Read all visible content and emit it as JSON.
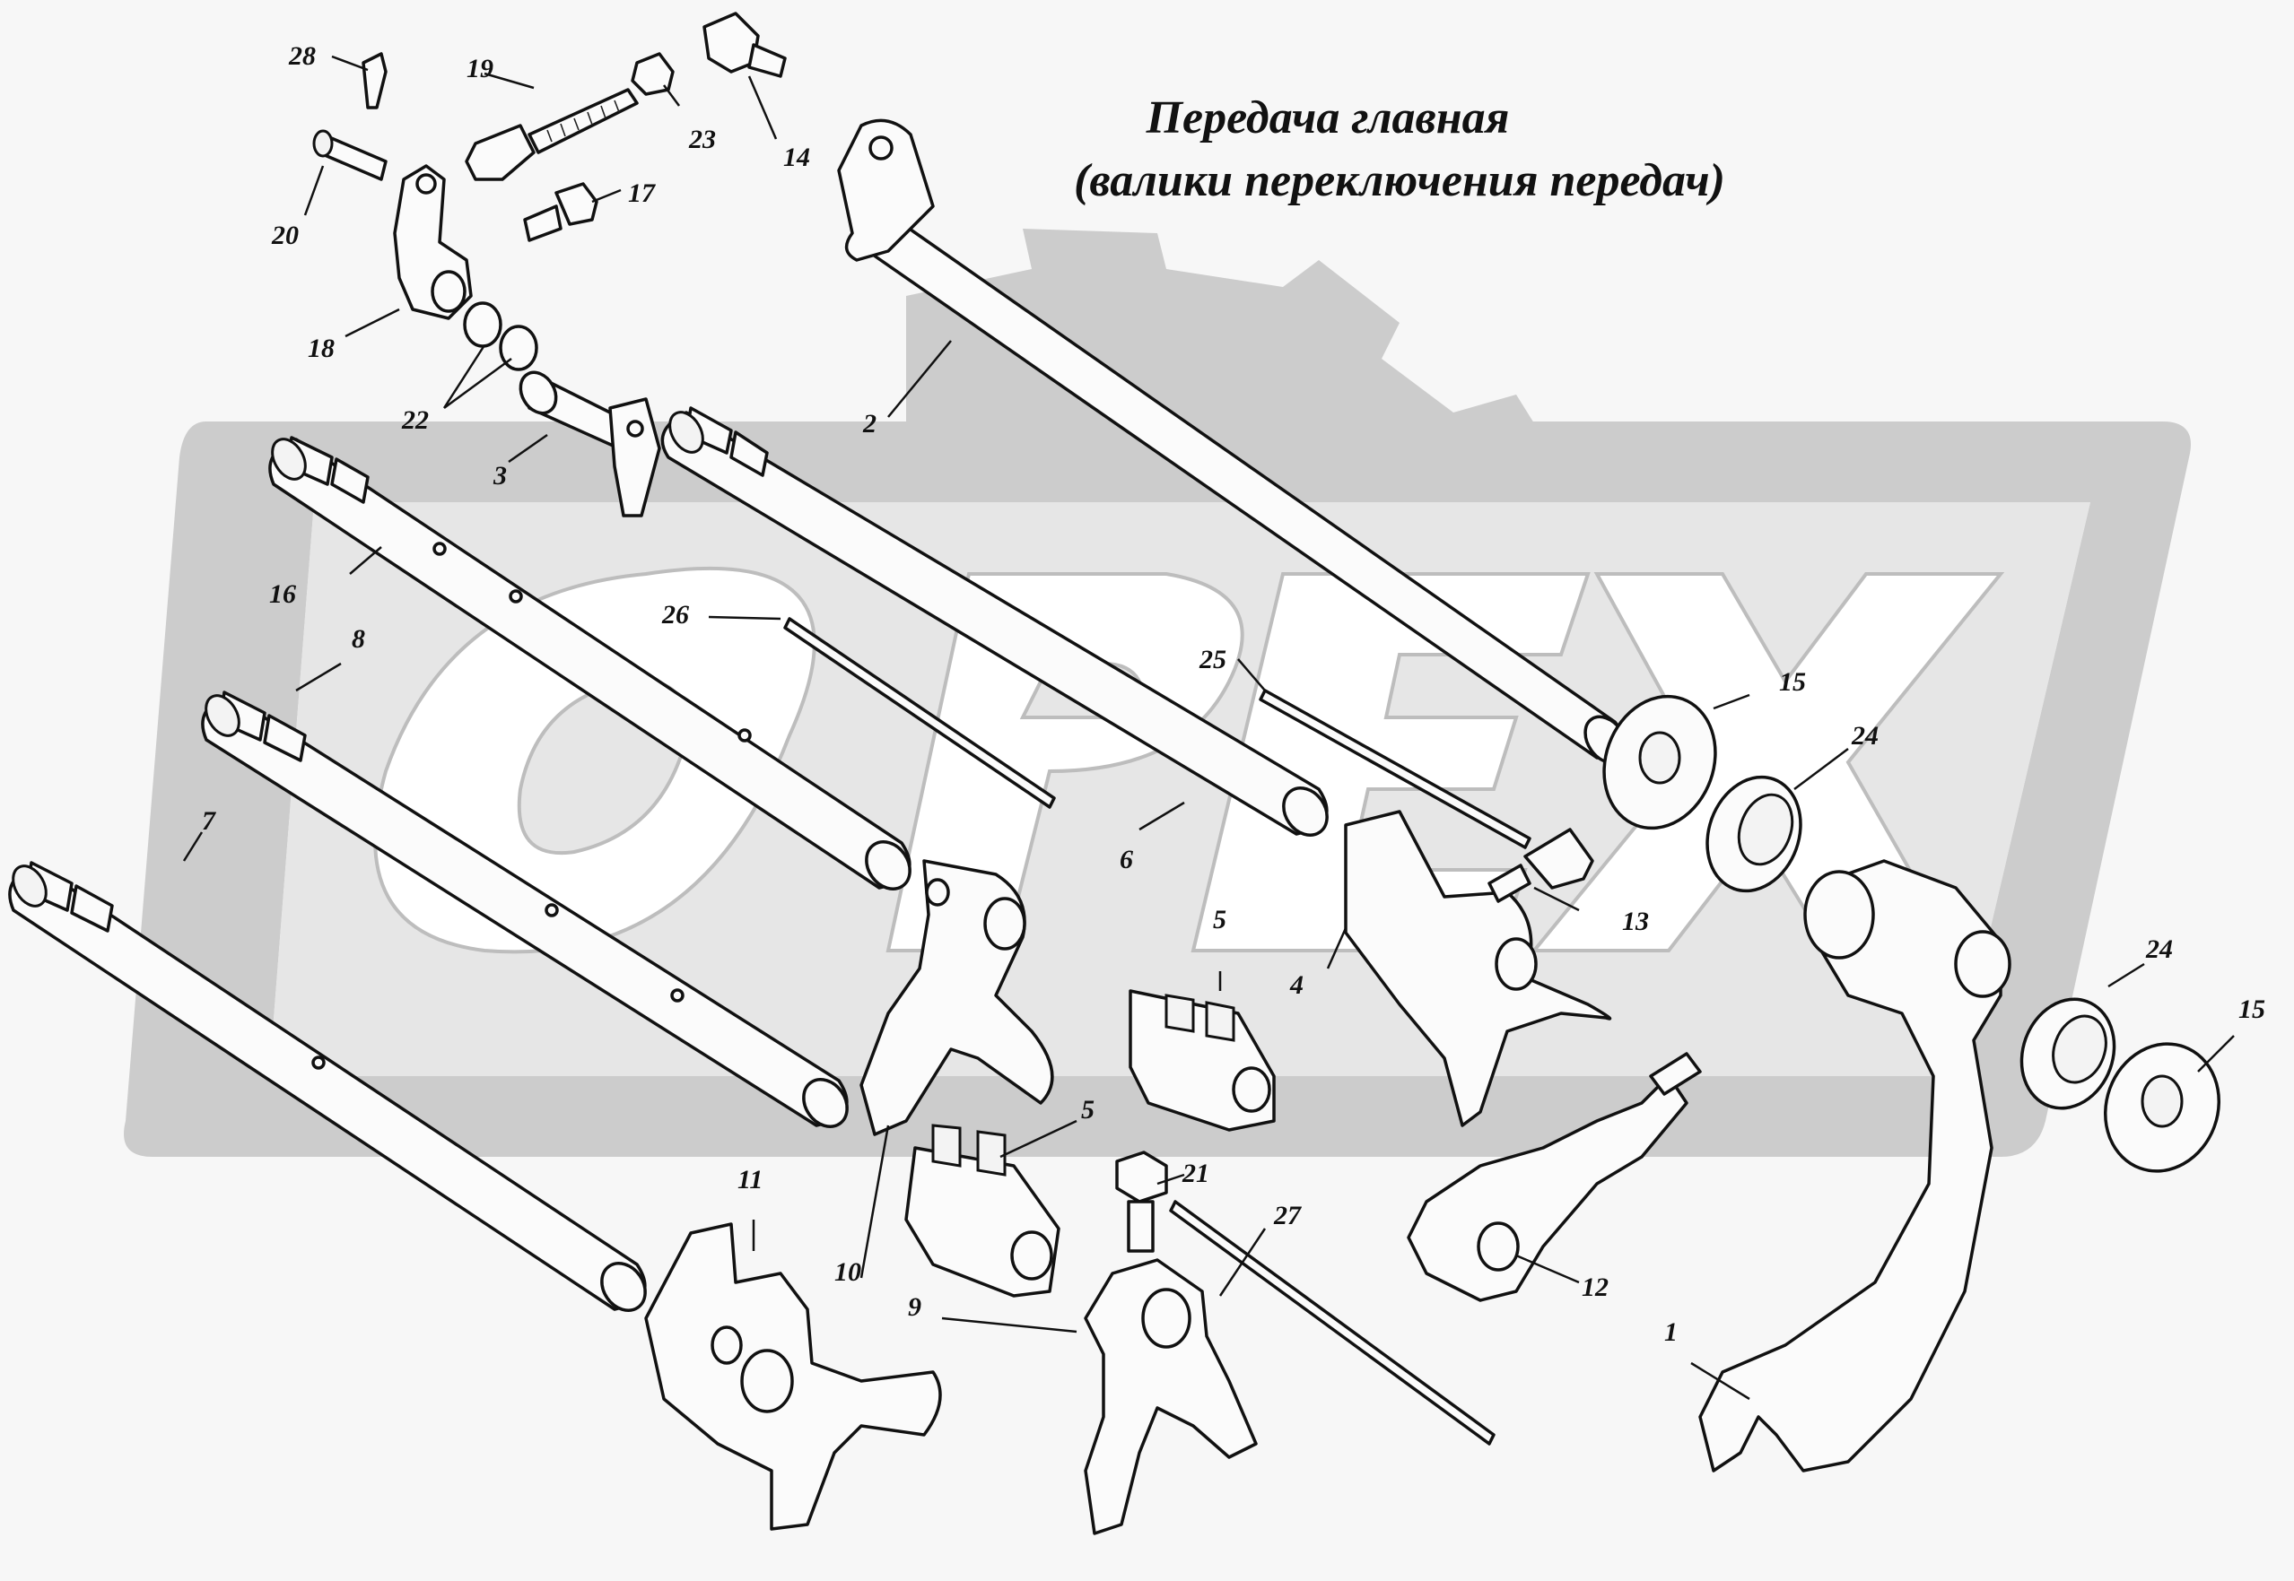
{
  "title": {
    "line1": "Передача главная",
    "line2": "(валики переключения передач)"
  },
  "watermark": {
    "brand": "OPEX",
    "colors": {
      "fill": "#c9c9c9",
      "outline_light": "#ededed"
    }
  },
  "callouts": {
    "c1": "1",
    "c2": "2",
    "c3": "3",
    "c4": "4",
    "c5a": "5",
    "c5b": "5",
    "c6": "6",
    "c7": "7",
    "c8": "8",
    "c9": "9",
    "c10": "10",
    "c11": "11",
    "c12": "12",
    "c13": "13",
    "c14": "14",
    "c15a": "15",
    "c15b": "15",
    "c16": "16",
    "c17": "17",
    "c18": "18",
    "c19": "19",
    "c20": "20",
    "c21": "21",
    "c22": "22",
    "c23": "23",
    "c24a": "24",
    "c24b": "24",
    "c25": "25",
    "c26": "26",
    "c27": "27",
    "c28": "28"
  }
}
